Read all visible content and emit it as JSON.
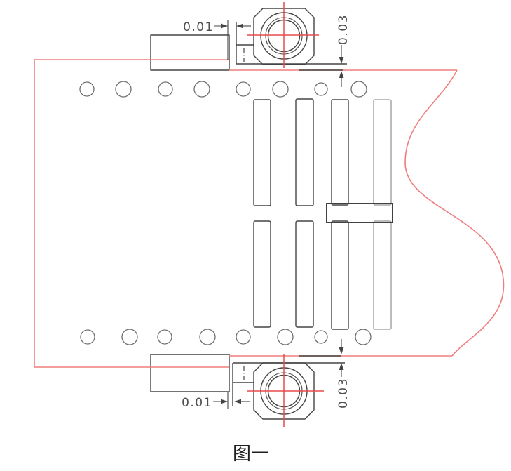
{
  "figure": {
    "caption": "图一",
    "dims": {
      "top_gap": "0.01",
      "top_clearance": "0.03",
      "bottom_gap": "0.01",
      "bottom_clearance": "0.03"
    },
    "colors": {
      "red-outline": "#f07d7d",
      "red-center": "#e84b4b",
      "hatch": "#7c6ce0",
      "edge": "#454545",
      "edge-light": "#979797",
      "text": "#4f4f4f"
    }
  }
}
